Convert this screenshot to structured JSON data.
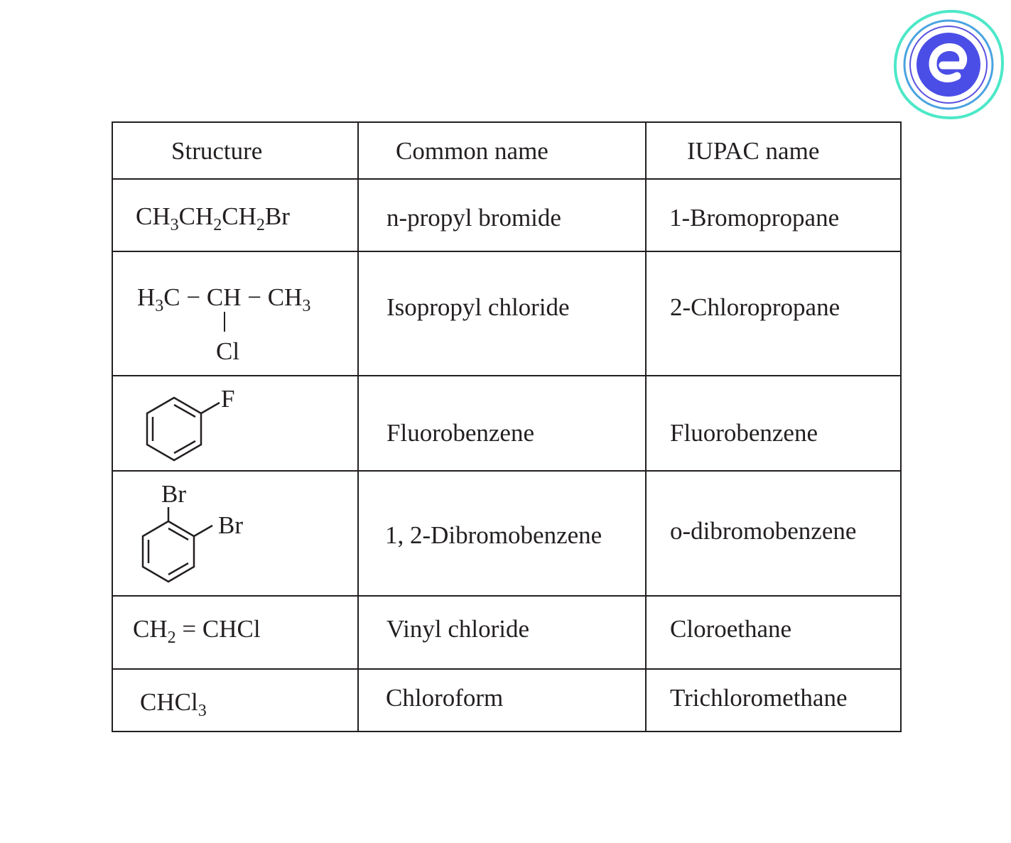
{
  "logo": {
    "text": "e",
    "colors": {
      "outer": "#4de8c8",
      "middle": "#4aa3e0",
      "inner": "#5a52e0",
      "disc": "#4b4ee6"
    }
  },
  "table": {
    "headers": [
      "Structure",
      "Common name",
      "IUPAC name"
    ],
    "rows": [
      {
        "structure": [
          [
            "CH",
            ""
          ],
          [
            "3",
            "s"
          ],
          [
            "CH",
            ""
          ],
          [
            "2",
            "s"
          ],
          [
            "CH",
            ""
          ],
          [
            "2",
            "s"
          ],
          [
            "Br",
            ""
          ]
        ],
        "common": "n-propyl bromide",
        "iupac": "1-Bromopropane"
      },
      {
        "structure": [
          [
            "H",
            ""
          ],
          [
            "3",
            "s"
          ],
          [
            "C − CH − CH",
            ""
          ],
          [
            "3",
            "s"
          ]
        ],
        "substituent": "Cl",
        "common": "Isopropyl chloride",
        "iupac": "2-Chloropropane"
      },
      {
        "structure_labels": [
          "F"
        ],
        "common": "Fluorobenzene",
        "iupac": "Fluorobenzene"
      },
      {
        "structure_labels": [
          "Br",
          "Br"
        ],
        "common": "1, 2-Dibromobenzene",
        "iupac": "o-dibromobenzene"
      },
      {
        "structure": [
          [
            "CH",
            ""
          ],
          [
            "2",
            "s"
          ],
          [
            " = CHCl",
            ""
          ]
        ],
        "common": "Vinyl chloride",
        "iupac": "Cloroethane"
      },
      {
        "structure": [
          [
            "CHCl",
            ""
          ],
          [
            "3",
            "s"
          ]
        ],
        "common": "Chloroform",
        "iupac": "Trichloromethane"
      }
    ]
  }
}
